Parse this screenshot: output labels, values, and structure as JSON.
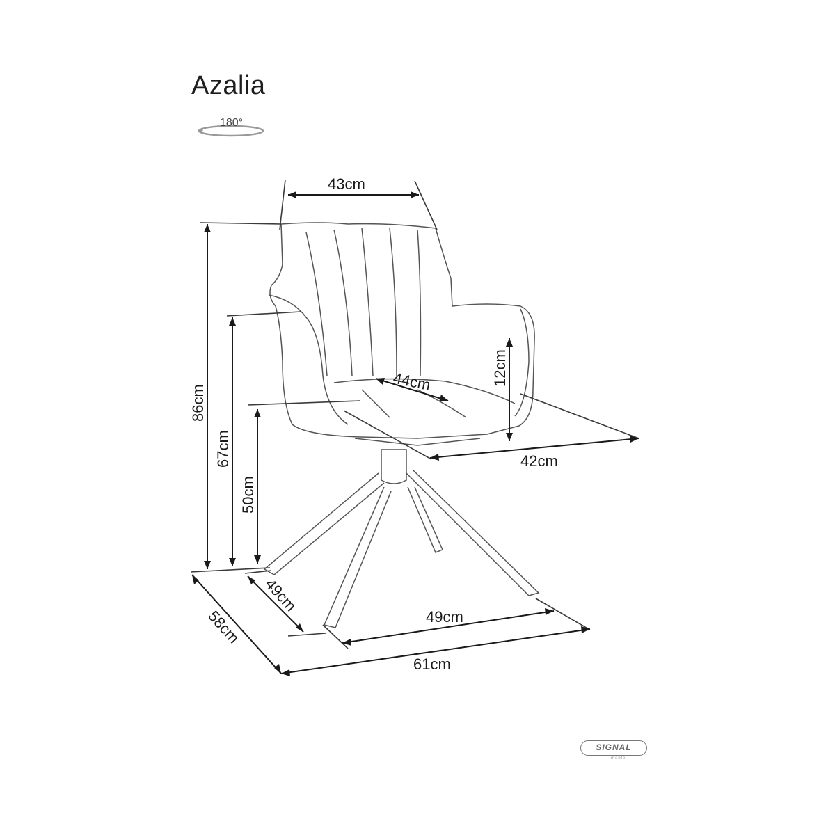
{
  "product": {
    "name": "Azalia",
    "rotation": "180°"
  },
  "dimensions": {
    "backrest_width": "43cm",
    "total_height": "86cm",
    "armrest_height": "67cm",
    "seat_height": "50cm",
    "seat_width": "44cm",
    "armrest_above_seat": "12cm",
    "seat_depth": "42cm",
    "base_side": "49cm",
    "base_front": "49cm",
    "total_depth": "58cm",
    "total_width": "61cm"
  },
  "brand": {
    "logo_text": "SIGNAL",
    "logo_sub": "meble"
  }
}
